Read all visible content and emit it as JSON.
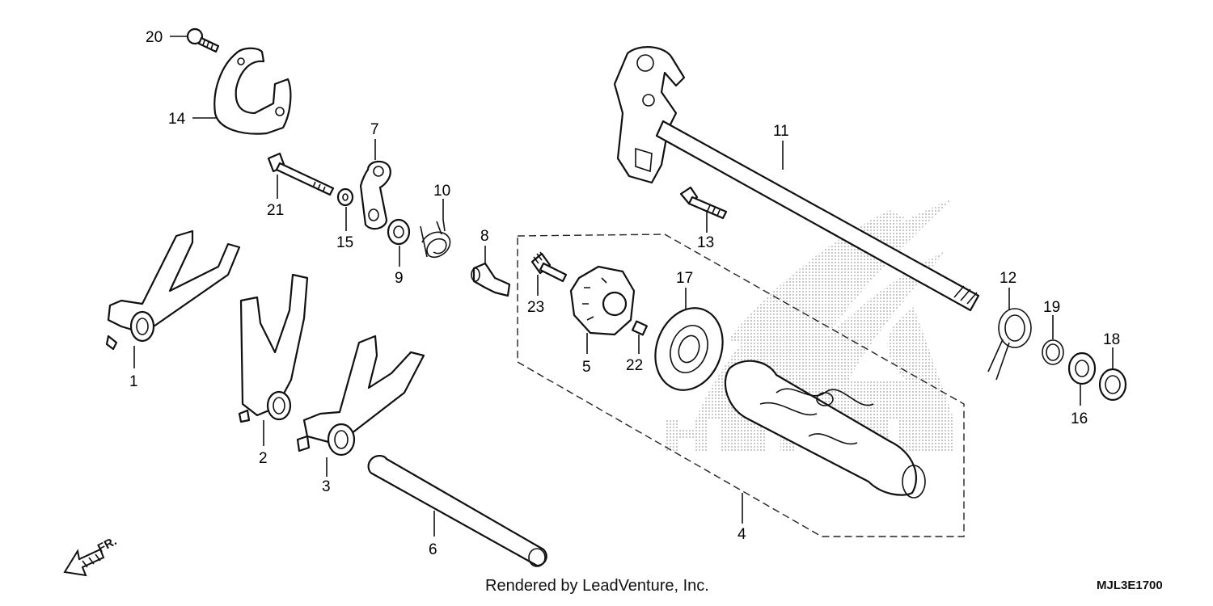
{
  "parts": [
    {
      "key": "p1",
      "number": "1"
    },
    {
      "key": "p2",
      "number": "2"
    },
    {
      "key": "p3",
      "number": "3"
    },
    {
      "key": "p4",
      "number": "4"
    },
    {
      "key": "p5",
      "number": "5"
    },
    {
      "key": "p6",
      "number": "6"
    },
    {
      "key": "p7",
      "number": "7"
    },
    {
      "key": "p8",
      "number": "8"
    },
    {
      "key": "p9",
      "number": "9"
    },
    {
      "key": "p10",
      "number": "10"
    },
    {
      "key": "p11",
      "number": "11"
    },
    {
      "key": "p12",
      "number": "12"
    },
    {
      "key": "p13",
      "number": "13"
    },
    {
      "key": "p14",
      "number": "14"
    },
    {
      "key": "p15",
      "number": "15"
    },
    {
      "key": "p16",
      "number": "16"
    },
    {
      "key": "p17",
      "number": "17"
    },
    {
      "key": "p18",
      "number": "18"
    },
    {
      "key": "p19",
      "number": "19"
    },
    {
      "key": "p20",
      "number": "20"
    },
    {
      "key": "p21",
      "number": "21"
    },
    {
      "key": "p22",
      "number": "22"
    },
    {
      "key": "p23",
      "number": "23"
    }
  ],
  "direction_label": "FR.",
  "footer_credit": "Rendered by LeadVenture, Inc.",
  "diagram_code": "MJL3E1700",
  "watermark": "HONDA"
}
